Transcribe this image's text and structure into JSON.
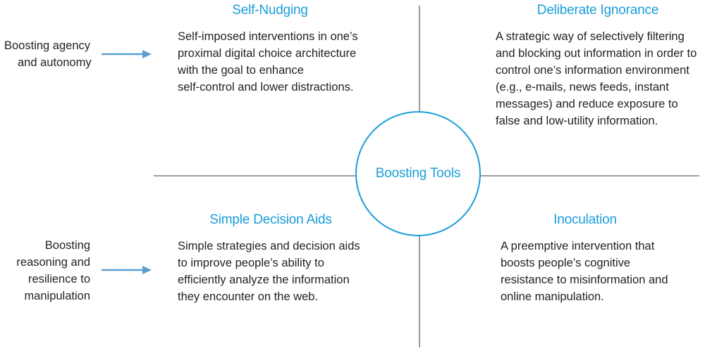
{
  "center": {
    "label": "Boosting Tools"
  },
  "side_labels": {
    "top": [
      "Boosting agency",
      "and autonomy"
    ],
    "bottom": [
      "Boosting",
      "reasoning and",
      "resilience to",
      "manipulation"
    ]
  },
  "quadrants": {
    "top_left": {
      "title": "Self-Nudging",
      "lines": [
        "Self-imposed interventions in one’s",
        "proximal digital choice architecture",
        "with the goal to enhance",
        "self-control and lower distractions."
      ]
    },
    "top_right": {
      "title": "Deliberate Ignorance",
      "lines": [
        "A strategic way of selectively filtering",
        "and blocking out information in order to",
        "control one’s information environment",
        "(e.g., e-mails, news feeds, instant",
        "messages) and reduce exposure to",
        "false and low-utility information."
      ]
    },
    "bottom_left": {
      "title": "Simple Decision Aids",
      "lines": [
        "Simple strategies and decision aids",
        "to improve people’s ability to",
        "efficiently analyze the information",
        "they encounter on the web."
      ]
    },
    "bottom_right": {
      "title": "Inoculation",
      "lines": [
        "A preemptive intervention that",
        "boosts people’s cognitive",
        "resistance to misinformation and",
        "online manipulation."
      ]
    }
  },
  "colors": {
    "accent": "#1a9dd9",
    "arrow": "#5a9fd4",
    "axis": "#9d9d9d",
    "text": "#231f20"
  }
}
